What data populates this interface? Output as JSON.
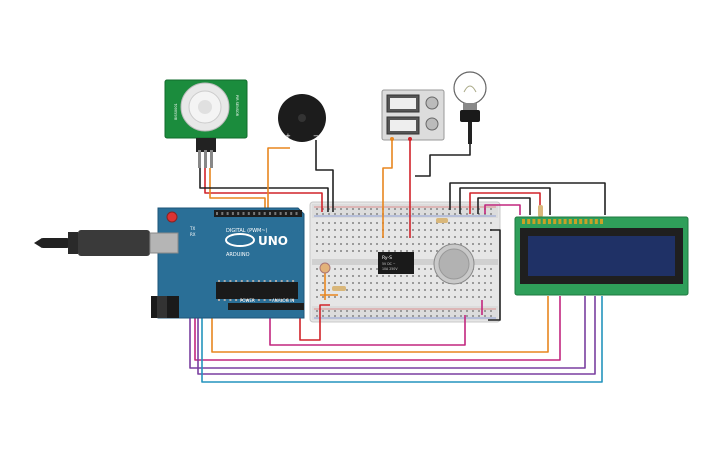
{
  "arduino": {
    "brand": "ARDUINO",
    "model": "UNO",
    "digital_header": "DIGITAL (PWM~)",
    "power_header": "POWER",
    "analog_header": "ANALOG IN",
    "tx": "TX",
    "rx": "RX"
  },
  "pir": {
    "left_text": "BISS0001",
    "right_text": "PIR SENSOR"
  },
  "buzzer": {
    "plus": "+",
    "minus": "−"
  },
  "relay": {
    "title": "Ry-S",
    "line2": "5V DC  ~",
    "line3": "10A 250V"
  },
  "colors": {
    "arduino": "#2a6f97",
    "breadboard": "#e6e6e6",
    "lcd_frame": "#2f9f5a",
    "lcd_screen": "#1f3166",
    "wire_orange": "#e8861f",
    "wire_red": "#d1232a",
    "wire_black": "#222222",
    "wire_magenta": "#c2267e",
    "wire_purple": "#7a3fa0",
    "wire_cyan": "#2494bd"
  }
}
